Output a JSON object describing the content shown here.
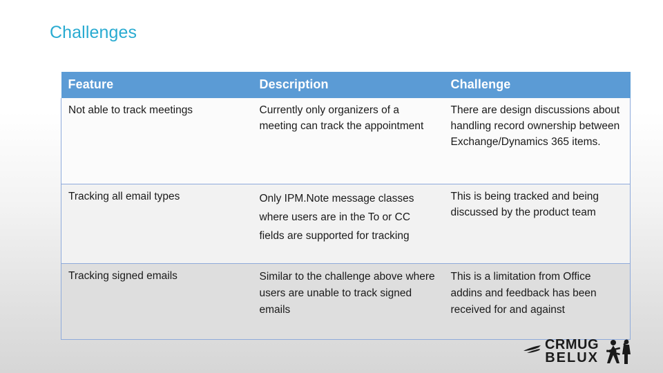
{
  "slide": {
    "title": "Challenges",
    "title_color": "#29abd1"
  },
  "table": {
    "header_bg": "#5b9bd5",
    "header_text_color": "#ffffff",
    "border_color": "#8eaadb",
    "columns": [
      "Feature",
      "Description",
      "Challenge"
    ],
    "rows": [
      {
        "feature": "Not able to track meetings",
        "description": "Currently only organizers of a meeting can track the appointment",
        "challenge": "There are design discussions about handling record ownership between Exchange/Dynamics 365 items."
      },
      {
        "feature": "Tracking all email types",
        "description": "Only IPM.Note message classes where users are in the To or CC fields are supported for tracking",
        "challenge": "This is being tracked and being discussed by the product team"
      },
      {
        "feature": "Tracking signed emails",
        "description": "Similar to the challenge above where users are unable to track signed emails",
        "challenge": "This is a limitation from Office addins and feedback has been received for and against"
      }
    ]
  },
  "logo": {
    "line1": "CRMUG",
    "line2": "BELUX"
  }
}
